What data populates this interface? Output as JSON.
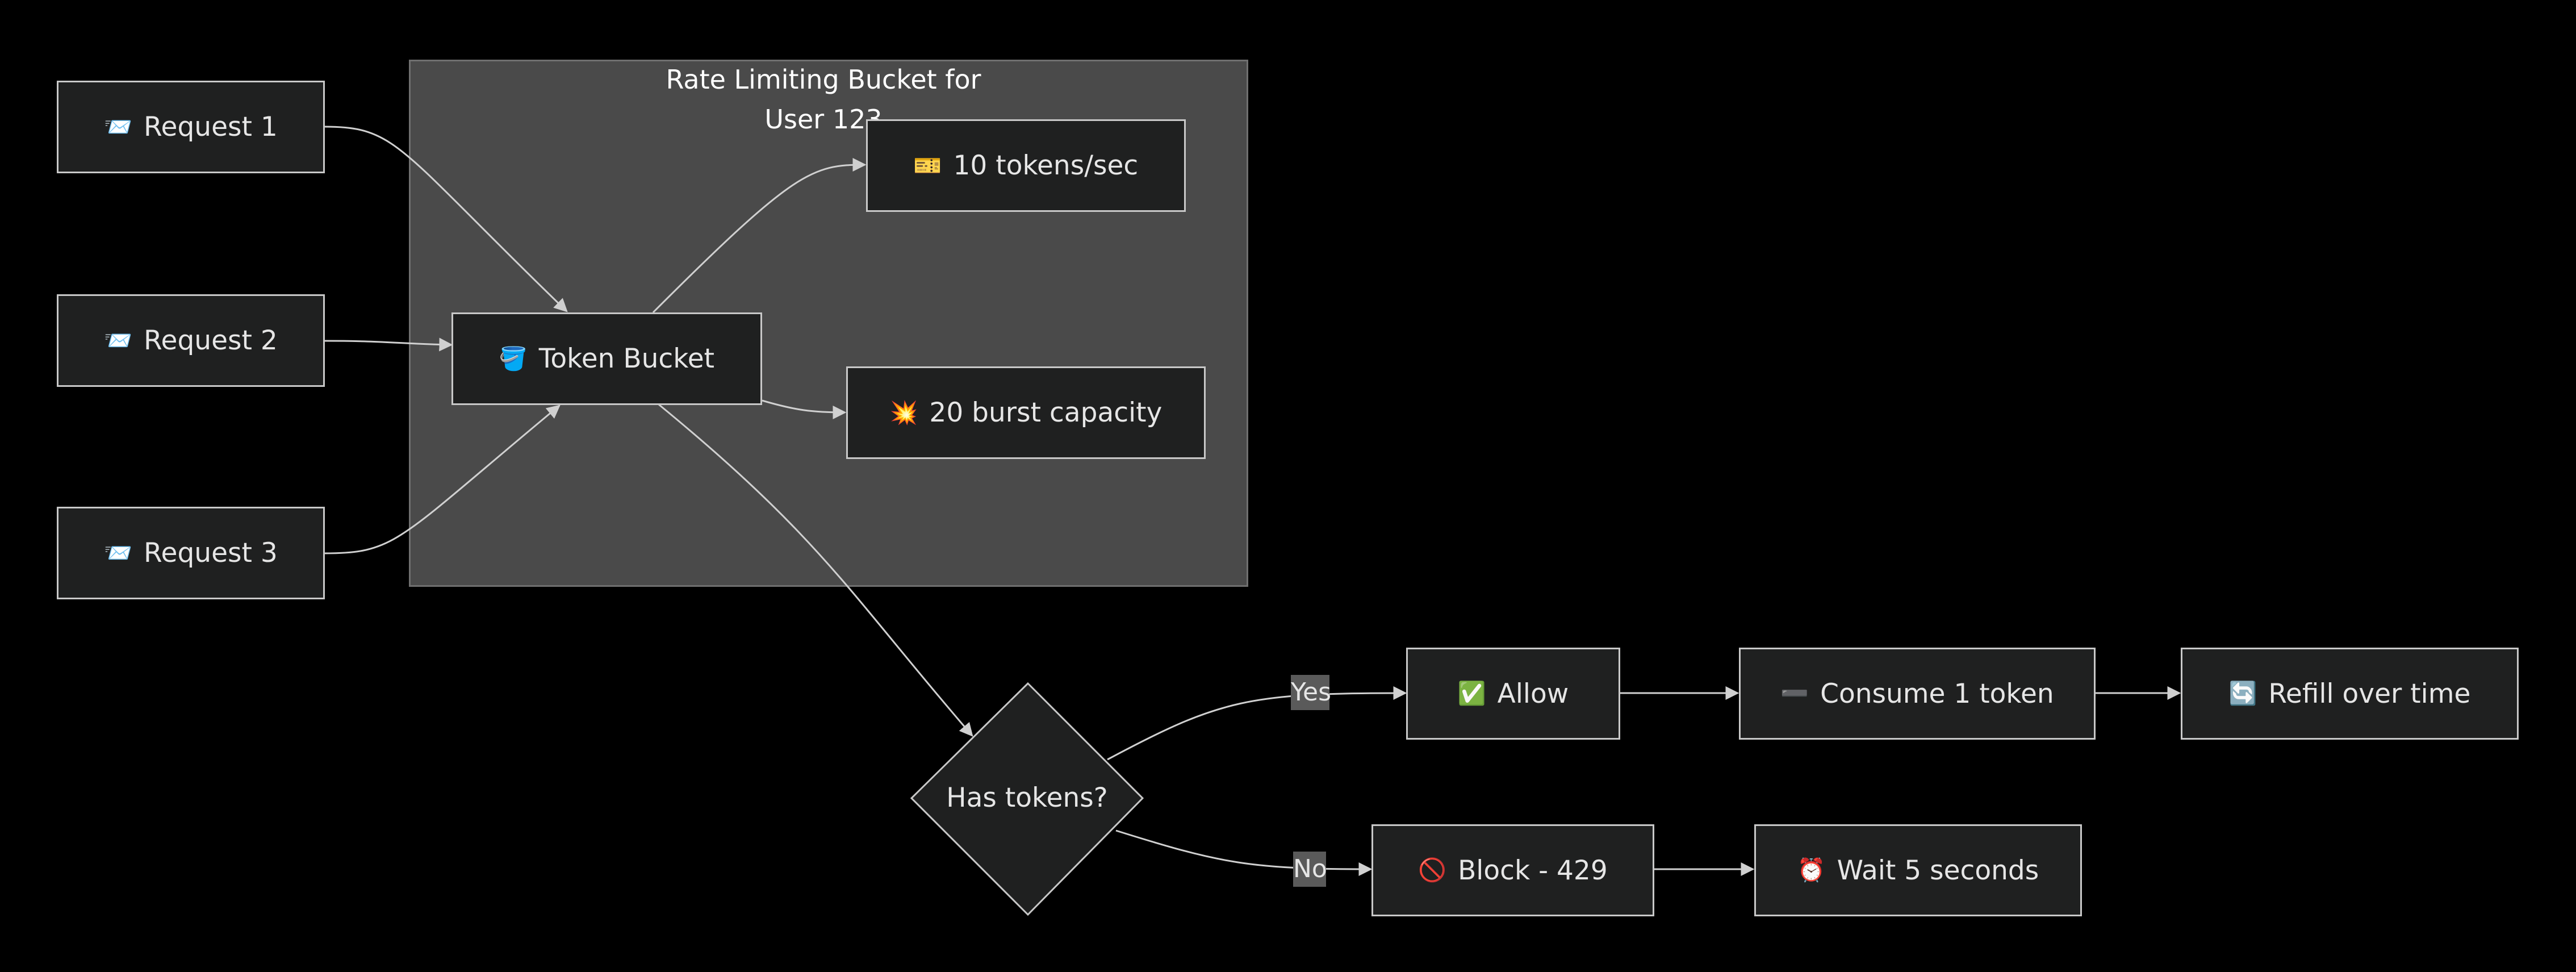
{
  "cluster": {
    "title_line1": "Rate Limiting Bucket for",
    "title_line2": "User 123"
  },
  "nodes": {
    "request1": {
      "icon": "📨",
      "label": "Request 1"
    },
    "request2": {
      "icon": "📨",
      "label": "Request 2"
    },
    "request3": {
      "icon": "📨",
      "label": "Request 3"
    },
    "token_bucket": {
      "icon": "🪣",
      "label": "Token Bucket"
    },
    "tokens_per_sec": {
      "icon": "🎫",
      "label": "10 tokens/sec"
    },
    "burst_capacity": {
      "icon": "💥",
      "label": "20 burst capacity"
    },
    "has_tokens": {
      "label": "Has tokens?"
    },
    "allow": {
      "icon": "✅",
      "label": "Allow"
    },
    "consume": {
      "icon": "➖",
      "label": "Consume 1 token"
    },
    "refill": {
      "icon": "🔄",
      "label": "Refill over time"
    },
    "block": {
      "icon": "🚫",
      "label": "Block - 429"
    },
    "wait": {
      "icon": "⏰",
      "label": "Wait 5 seconds"
    }
  },
  "edge_labels": {
    "yes": "Yes",
    "no": "No"
  },
  "colors": {
    "background": "#000000",
    "cluster_fill": "#4a4a4a",
    "node_fill": "#1f2020",
    "node_border": "#c8c8c8",
    "edge": "#d0d0d0",
    "text": "#e6e6e6"
  }
}
